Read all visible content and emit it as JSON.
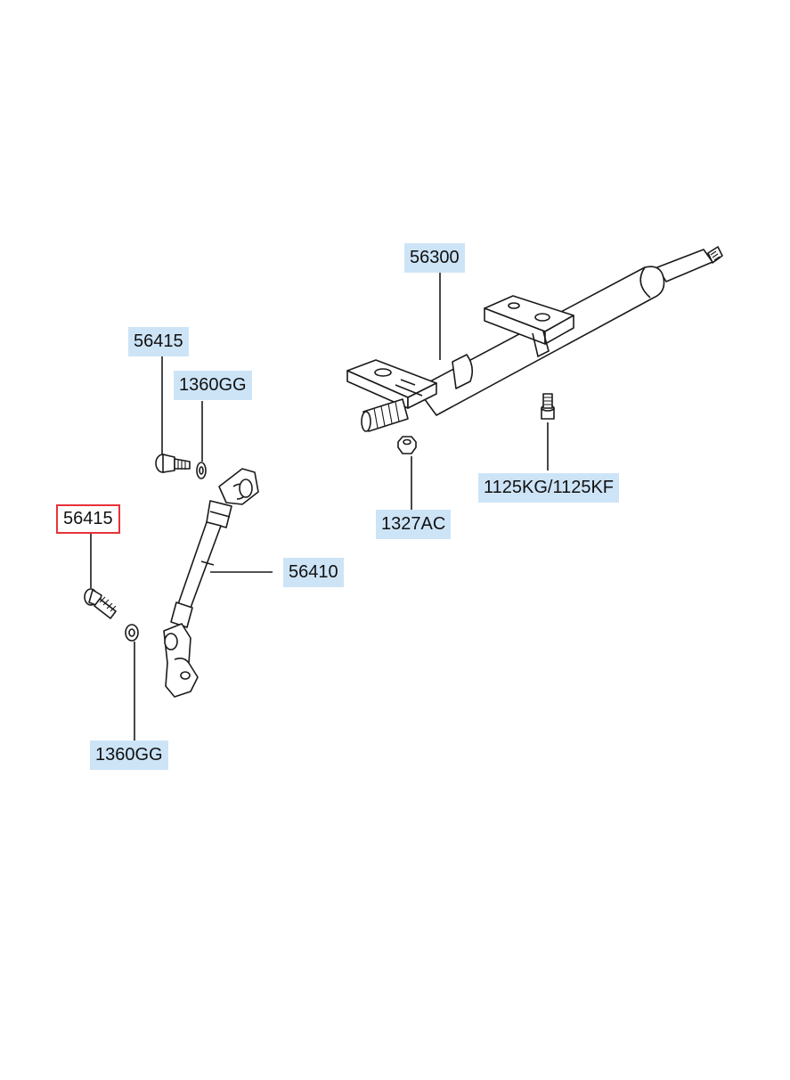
{
  "callouts": [
    {
      "id": "56300",
      "label": "56300",
      "selected": false
    },
    {
      "id": "56415-upper",
      "label": "56415",
      "selected": false
    },
    {
      "id": "1360GG-upper",
      "label": "1360GG",
      "selected": false
    },
    {
      "id": "56415-lower",
      "label": "56415",
      "selected": true
    },
    {
      "id": "56410",
      "label": "56410",
      "selected": false
    },
    {
      "id": "1125KG-1125KF",
      "label": "1125KG/1125KF",
      "selected": false
    },
    {
      "id": "1327AC",
      "label": "1327AC",
      "selected": false
    },
    {
      "id": "1360GG-lower",
      "label": "1360GG",
      "selected": false
    }
  ],
  "colors": {
    "callout_fill": "#cde4f7",
    "selected_outline": "#e8323a",
    "line": "#1a1a1a"
  }
}
